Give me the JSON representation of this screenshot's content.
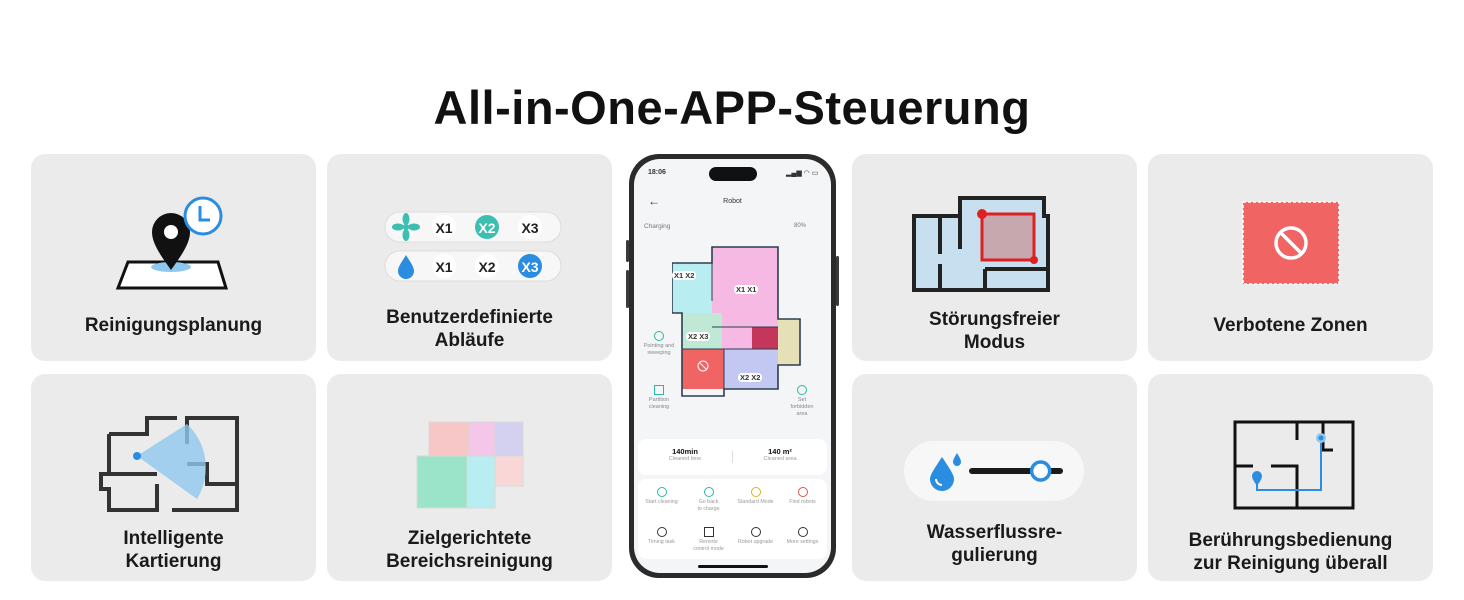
{
  "title": "All-in-One-APP-Steuerung",
  "features": {
    "scheduling": "Reinigungsplanung",
    "custom_flows": "Benutzerdefinierte\nAbläufe",
    "smart_mapping": "Intelligente\nKartierung",
    "targeted_cleaning": "Zielgerichtete\nBereichsreinigung",
    "dnd_mode": "Störungsfreier\nModus",
    "no_go_zones": "Verbotene Zonen",
    "water_flow": "Wasserflussre-\ngulierung",
    "touch_control": "Berührungsbedienung\nzur Reinigung überall"
  },
  "levels": {
    "fan": [
      "X1",
      "X2",
      "X3"
    ],
    "fan_selected": "X2",
    "water": [
      "X1",
      "X2",
      "X3"
    ],
    "water_selected": "X3"
  },
  "water_slider_level": 0.78,
  "colors": {
    "teal": "#3cbfb1",
    "blue": "#2b8de0",
    "red": "#e74b4b",
    "card_bg": "#ebebeb"
  },
  "phone": {
    "time": "18:06",
    "screen_title": "Robot",
    "status": "Charging",
    "battery": "80%",
    "room_labels": {
      "r1": "X1  X2",
      "r2": "X1  X1",
      "r3": "X2  X3",
      "r4": "X2  X2"
    },
    "side_tools": [
      "Pointing and\nsweeping",
      "Partition\ncleaning"
    ],
    "forbidden_tool": "Set\nforbidden\narea",
    "stats": [
      {
        "value": "140min",
        "label": "Cleaned time"
      },
      {
        "value": "140 m²",
        "label": "Cleaned area"
      }
    ],
    "actions": [
      "Start cleaning",
      "Go back\nto charge",
      "Standard Mode",
      "Find robots",
      "Timing task",
      "Remote\ncontrol mode",
      "Robot upgrade",
      "More settings"
    ]
  }
}
